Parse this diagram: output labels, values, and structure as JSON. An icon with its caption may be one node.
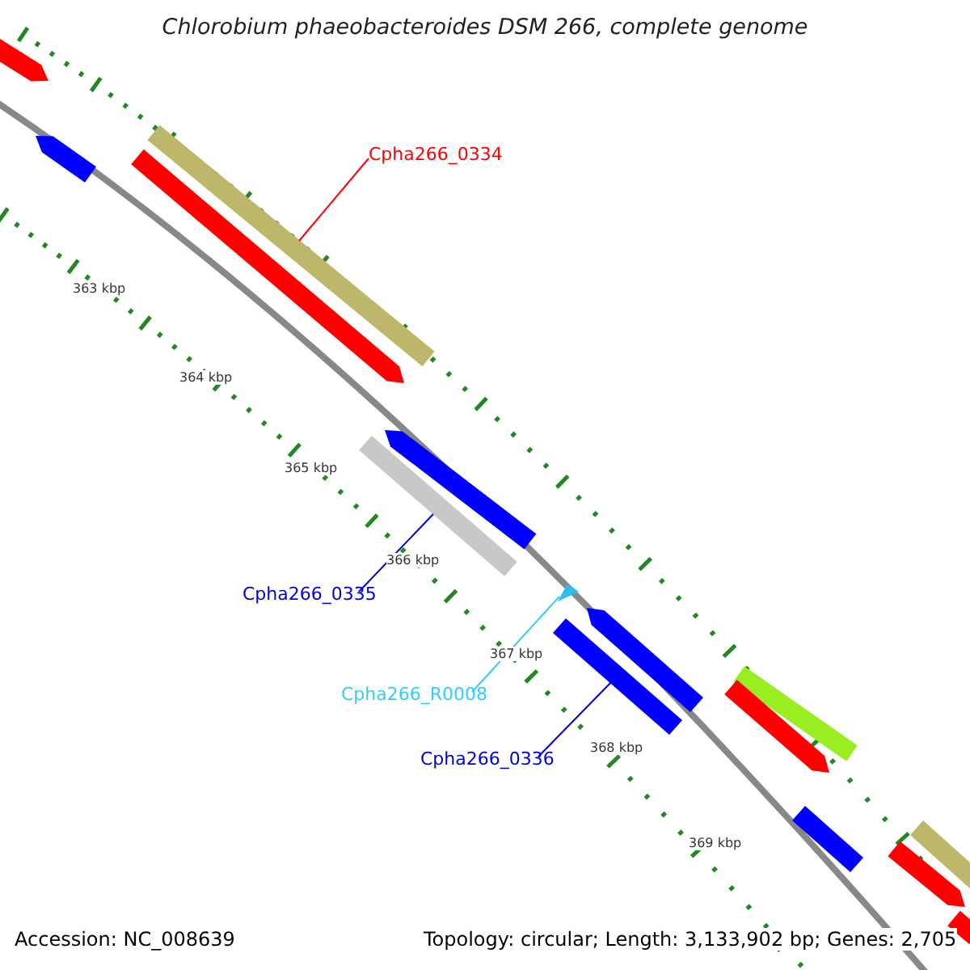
{
  "diagram": {
    "title": "Chlorobium phaeobacteroides DSM 266, complete genome",
    "nodes": [
      {
        "text": [
          "Cpha266_0334"
        ]
      },
      {
        "text": [],
        "shape": "bar"
      },
      {
        "text": [
          "Cpha266_0335"
        ]
      },
      {
        "text": [],
        "shape": "bar"
      },
      {
        "text": [
          "Cpha266_R0008"
        ]
      },
      {
        "text": [],
        "shape": "triangle"
      },
      {
        "text": [
          "Cpha266_0336"
        ]
      },
      {
        "text": [],
        "shape": "bar"
      }
    ],
    "edges": [
      {
        "from": 0,
        "to": 1,
        "arrow": "none",
        "color": "#ff0000"
      },
      {
        "from": 2,
        "to": 3,
        "arrow": "none"
      },
      {
        "from": 4,
        "to": 5,
        "arrow": "none",
        "color": "#33ccff"
      },
      {
        "from": 6,
        "to": 7,
        "arrow": "none"
      }
    ],
    "labels": [
      "363 kbp",
      "364 kbp",
      "365 kbp",
      "366 kbp",
      "367 kbp",
      "368 kbp",
      "369 kbp",
      "Accession: NC_008639",
      "Topology: circular; Length: 3,133,902 bp; Genes: 2,705"
    ]
  }
}
